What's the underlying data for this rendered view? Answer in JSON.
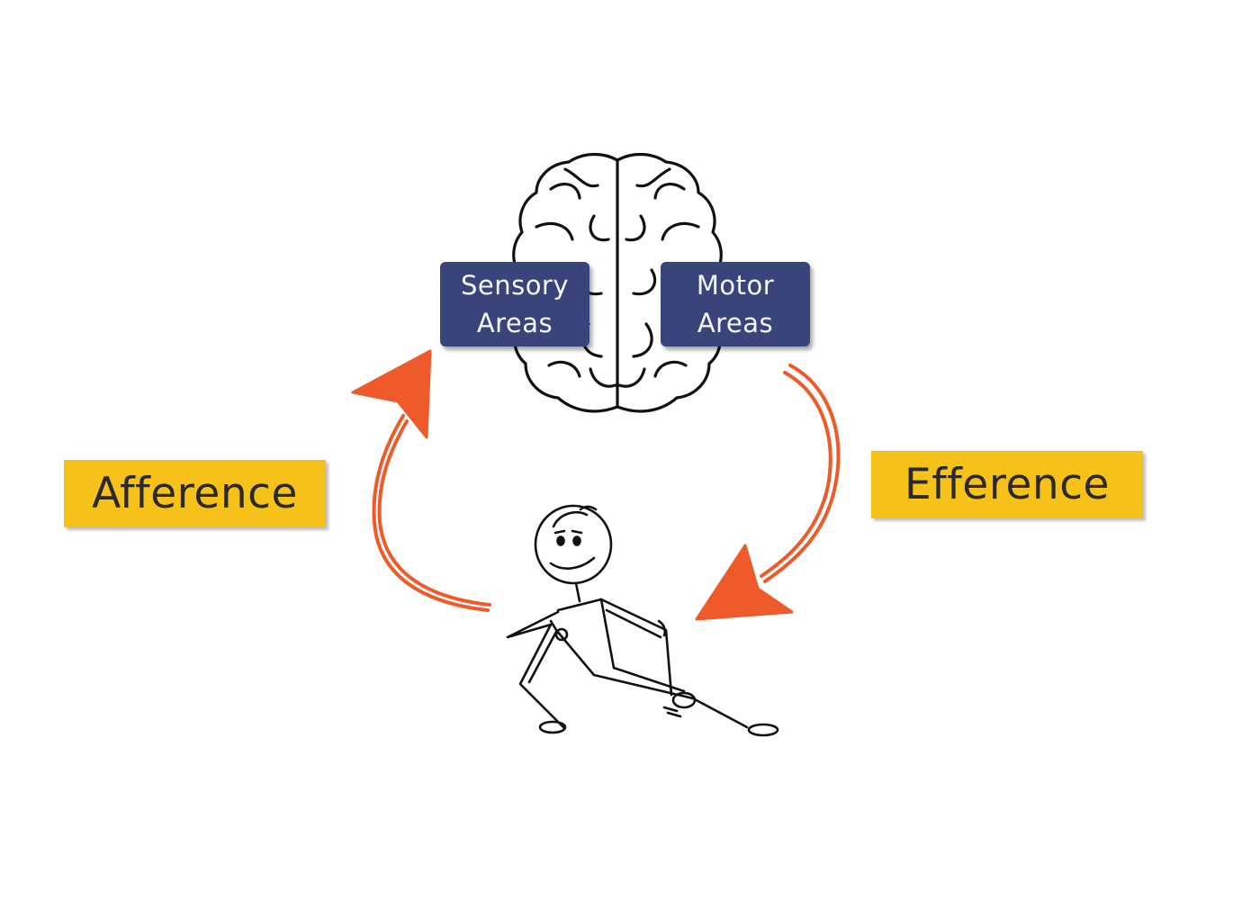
{
  "diagram": {
    "sensory_label": "Sensory\nAreas",
    "motor_label": "Motor\nAreas",
    "afferent_label": "Afference",
    "efferent_label": "Efference"
  },
  "colors": {
    "box_fill": "#39447a",
    "tag_fill": "#f6c21a",
    "arrow": "#ef5a2a",
    "ink": "#111111"
  },
  "icons": {
    "brain": "brain-icon",
    "figure": "stick-figure-icon",
    "afferent_arrow": "curved-arrow-up-icon",
    "efferent_arrow": "curved-arrow-down-icon"
  }
}
